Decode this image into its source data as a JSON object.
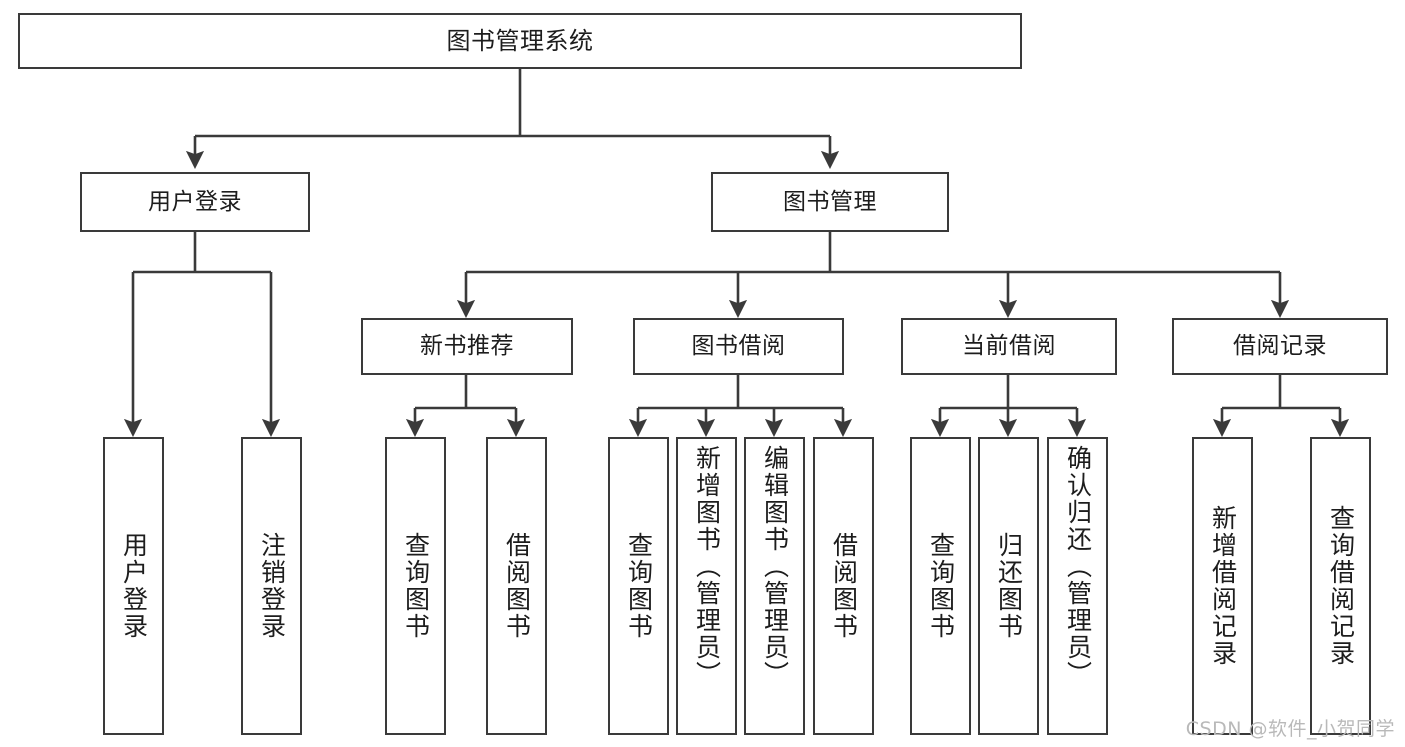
{
  "diagram": {
    "title": "图书管理系统",
    "type": "hierarchy-tree",
    "watermark": "CSDN @软件_小贺同学",
    "colors": {
      "box_border": "#3a3a3a",
      "box_fill": "#ffffff",
      "connector": "#3a3a3a",
      "text": "#1d1d1d",
      "watermark": "#b9b9b9",
      "background": "#ffffff"
    },
    "levels": {
      "root": {
        "label": "图书管理系统"
      },
      "level1": [
        {
          "id": "user-login",
          "label": "用户登录"
        },
        {
          "id": "book-manage",
          "label": "图书管理"
        }
      ],
      "level2": [
        {
          "id": "new-book-rec",
          "label": "新书推荐",
          "parent": "book-manage"
        },
        {
          "id": "book-borrow",
          "label": "图书借阅",
          "parent": "book-manage"
        },
        {
          "id": "current-borrow",
          "label": "当前借阅",
          "parent": "book-manage"
        },
        {
          "id": "borrow-record",
          "label": "借阅记录",
          "parent": "book-manage"
        }
      ],
      "leaves": [
        {
          "id": "leaf-user-login",
          "label": "用户登录",
          "parent": "user-login"
        },
        {
          "id": "leaf-user-logout",
          "label": "注销登录",
          "parent": "user-login"
        },
        {
          "id": "leaf-query-book-1",
          "label": "查询图书",
          "parent": "new-book-rec"
        },
        {
          "id": "leaf-borrow-book-1",
          "label": "借阅图书",
          "parent": "new-book-rec"
        },
        {
          "id": "leaf-query-book-2",
          "label": "查询图书",
          "parent": "book-borrow"
        },
        {
          "id": "leaf-add-book",
          "label": "新增图书（管理员）",
          "parent": "book-borrow"
        },
        {
          "id": "leaf-edit-book",
          "label": "编辑图书（管理员）",
          "parent": "book-borrow"
        },
        {
          "id": "leaf-borrow-book-2",
          "label": "借阅图书",
          "parent": "book-borrow"
        },
        {
          "id": "leaf-query-book-3",
          "label": "查询图书",
          "parent": "current-borrow"
        },
        {
          "id": "leaf-return-book",
          "label": "归还图书",
          "parent": "current-borrow"
        },
        {
          "id": "leaf-confirm-return",
          "label": "确认归还（管理员）",
          "parent": "current-borrow"
        },
        {
          "id": "leaf-add-record",
          "label": "新增借阅记录",
          "parent": "borrow-record"
        },
        {
          "id": "leaf-query-record",
          "label": "查询借阅记录",
          "parent": "borrow-record"
        }
      ]
    }
  }
}
